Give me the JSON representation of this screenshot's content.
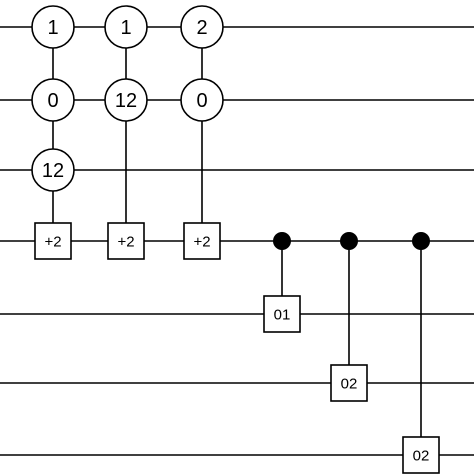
{
  "wire_count": 7,
  "colors": {
    "stroke": "#000000",
    "fill": "#ffffff",
    "dot": "#000000"
  },
  "controlled_gates": [
    {
      "column": 1,
      "circle_labels": [
        {
          "wire": 1,
          "label": "1"
        },
        {
          "wire": 2,
          "label": "0"
        },
        {
          "wire": 3,
          "label": "12"
        }
      ],
      "target_wire": 4,
      "target_label": "+2"
    },
    {
      "column": 2,
      "circle_labels": [
        {
          "wire": 1,
          "label": "1"
        },
        {
          "wire": 2,
          "label": "12"
        }
      ],
      "target_wire": 4,
      "target_label": "+2"
    },
    {
      "column": 3,
      "circle_labels": [
        {
          "wire": 1,
          "label": "2"
        },
        {
          "wire": 2,
          "label": "0"
        }
      ],
      "target_wire": 4,
      "target_label": "+2"
    }
  ],
  "dot_controlled_gates": [
    {
      "column": 4,
      "control_wire": 4,
      "target_wire": 5,
      "target_label": "01"
    },
    {
      "column": 5,
      "control_wire": 4,
      "target_wire": 6,
      "target_label": "02"
    },
    {
      "column": 6,
      "control_wire": 4,
      "target_wire": 7,
      "target_label": "02"
    }
  ]
}
